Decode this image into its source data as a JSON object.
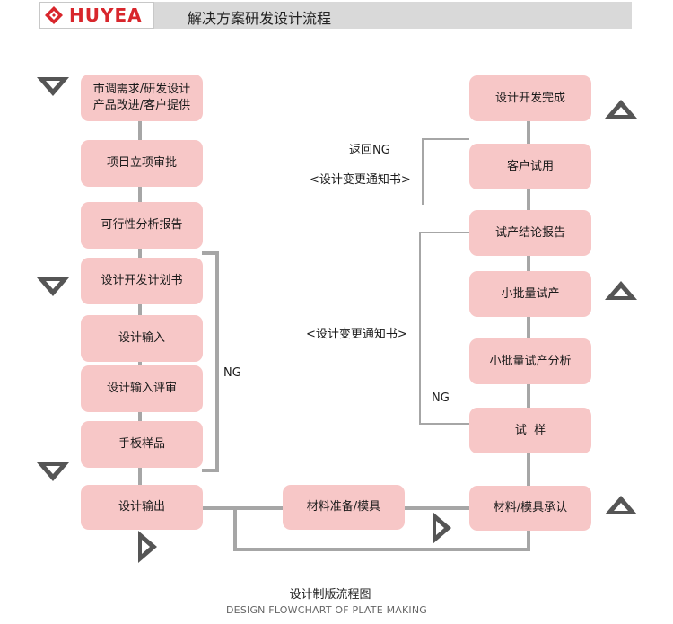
{
  "header": {
    "brand": "HUYEA",
    "title": "解决方案研发设计流程"
  },
  "left_column": [
    {
      "line1": "市调需求/研发设计",
      "line2": "产品改进/客户提供"
    },
    {
      "line1": "项目立项审批"
    },
    {
      "line1": "可行性分析报告"
    },
    {
      "line1": "设计开发计划书"
    },
    {
      "line1": "设计输入"
    },
    {
      "line1": "设计输入评审"
    },
    {
      "line1": "手板样品"
    },
    {
      "line1": "设计输出"
    }
  ],
  "middle_box": "材料准备/模具",
  "right_column": [
    "设计开发完成",
    "客户试用",
    "试产结论报告",
    "小批量试产",
    "小批量试产分析",
    "试  样",
    "材料/模具承认"
  ],
  "labels": {
    "ng_left": "NG",
    "return_ng": "返回NG",
    "change_notice_top": "<设计变更通知书>",
    "change_notice_mid": "<设计变更通知书>",
    "ng_right": "NG"
  },
  "caption": {
    "cn": "设计制版流程图",
    "en": "DESIGN FLOWCHART OF PLATE MAKING"
  },
  "icons": [
    "brand-logo-icon",
    "down-arrow-icon",
    "up-arrow-icon",
    "right-arrow-icon"
  ],
  "colors": {
    "box_fill": "#f7c7c7",
    "connector": "#a6a6a6",
    "arrow": "#555555",
    "brand_red": "#d8262c",
    "header_bar": "#d9d9d9"
  }
}
